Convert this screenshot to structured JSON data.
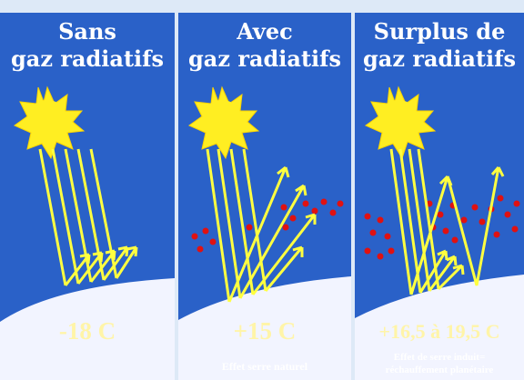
{
  "colors": {
    "background": "#dde9f7",
    "panel": "#2a61c8",
    "sun": "#ffee22",
    "ray": "#ffff40",
    "gas": "#e01111",
    "ground": "#f2f4ff",
    "temperature_text": "#fff4a8"
  },
  "panels": [
    {
      "title_line1": "Sans",
      "title_line2": "gaz radiatifs",
      "temperature": "-18 C",
      "note_line1": "",
      "note_line2": "",
      "icons": [
        "sun-icon",
        "sunlight-rays",
        "reflected-rays",
        "ground"
      ]
    },
    {
      "title_line1": "Avec",
      "title_line2": "gaz radiatifs",
      "temperature": "+15 C",
      "note_line1": "Effet serre naturel",
      "note_line2": "",
      "icons": [
        "sun-icon",
        "sunlight-rays",
        "reflected-rays",
        "gas-molecules",
        "ground"
      ]
    },
    {
      "title_line1": "Surplus de",
      "title_line2": "gaz radiatifs",
      "temperature": "+16,5 à 19,5 C",
      "note_line1": "Effet de serre induit=",
      "note_line2": "réchauffement planétaire",
      "icons": [
        "sun-icon",
        "sunlight-rays",
        "reflected-rays",
        "gas-molecules",
        "ground"
      ]
    }
  ]
}
